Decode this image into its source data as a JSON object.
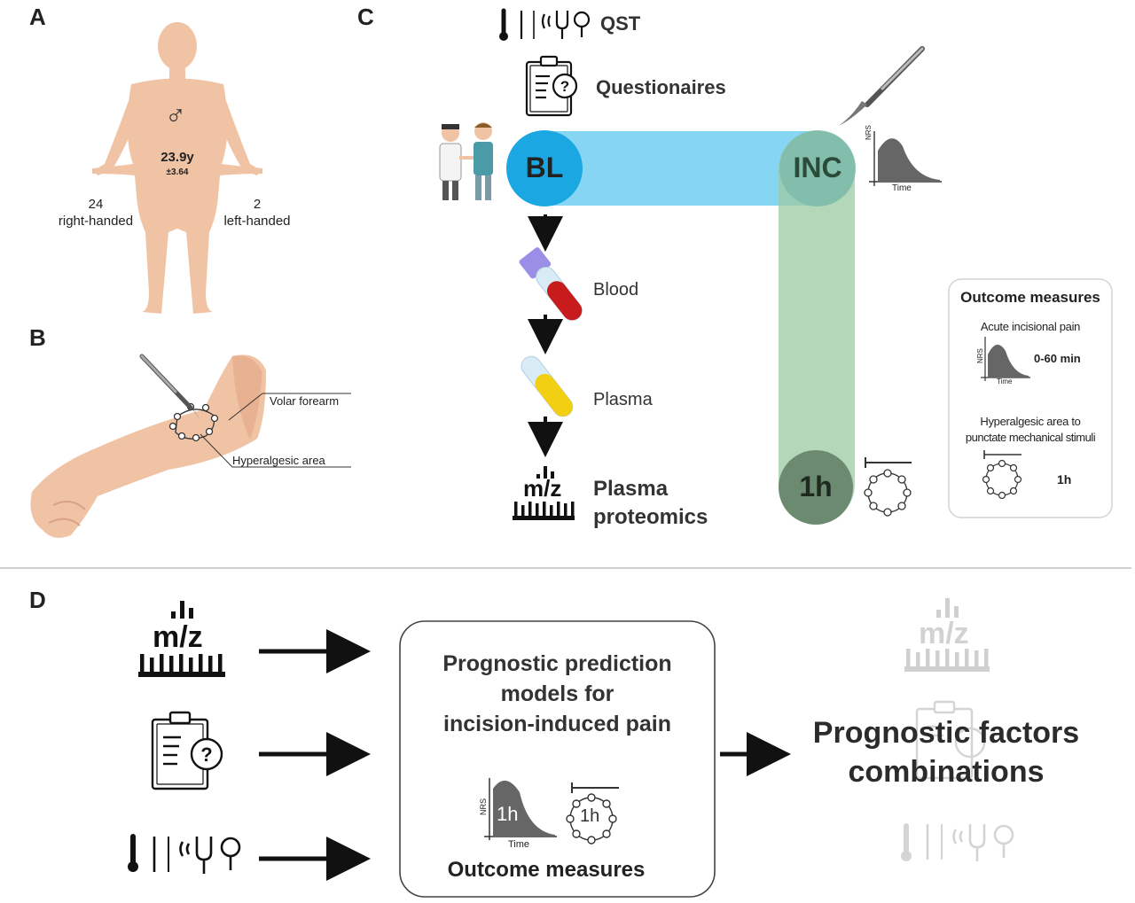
{
  "panels": {
    "a": "A",
    "b": "B",
    "c": "C",
    "d": "D"
  },
  "panel_a": {
    "male_symbol": "♂",
    "age": "23.9y",
    "age_sd": "±3.64",
    "right_count": "24",
    "right_label": "right-handed",
    "left_count": "2",
    "left_label": "left-handed"
  },
  "panel_b": {
    "volar_label": "Volar forearm",
    "hyperalgesic_label": "Hyperalgesic area"
  },
  "panel_c": {
    "qst_label": "QST",
    "questionnaires_label": "Questionaires",
    "bl_label": "BL",
    "inc_label": "INC",
    "one_h_label": "1h",
    "blood_label": "Blood",
    "plasma_label": "Plasma",
    "mz_label": "m/z",
    "proteomics_line1": "Plasma",
    "proteomics_line2": "proteomics",
    "nrs_label": "NRS",
    "time_label": "Time",
    "outcome": {
      "title": "Outcome measures",
      "acute_label": "Acute incisional pain",
      "nrs_label": "NRS",
      "time_label": "Time",
      "range_label": "0-60 min",
      "hyper_line1": "Hyperalgesic area to",
      "hyper_line2": "punctate mechanical stimuli",
      "hyper_time": "1h"
    }
  },
  "panel_d": {
    "mz_label": "m/z",
    "model_line1": "Prognostic prediction",
    "model_line2": "models for",
    "model_line3": "incision-induced pain",
    "curve_1h": "1h",
    "ring_1h": "1h",
    "nrs_label": "NRS",
    "time_label": "Time",
    "outcome_label": "Outcome measures",
    "faded_mz": "m/z",
    "result_line1": "Prognostic factors",
    "result_line2": "combinations"
  },
  "colors": {
    "skin": "#f1c3a5",
    "skin_dark": "#e2a585",
    "bl_blue": "#1ba7e1",
    "bar_blue": "#7fd3f1",
    "bar_green": "#9ccaa1",
    "inc_green": "#6aaa8a",
    "one_h_green": "#6c8a70",
    "blood_red": "#c81c1c",
    "plasma_yellow": "#f2cf13",
    "cap_purple": "#9b8ee6"
  }
}
